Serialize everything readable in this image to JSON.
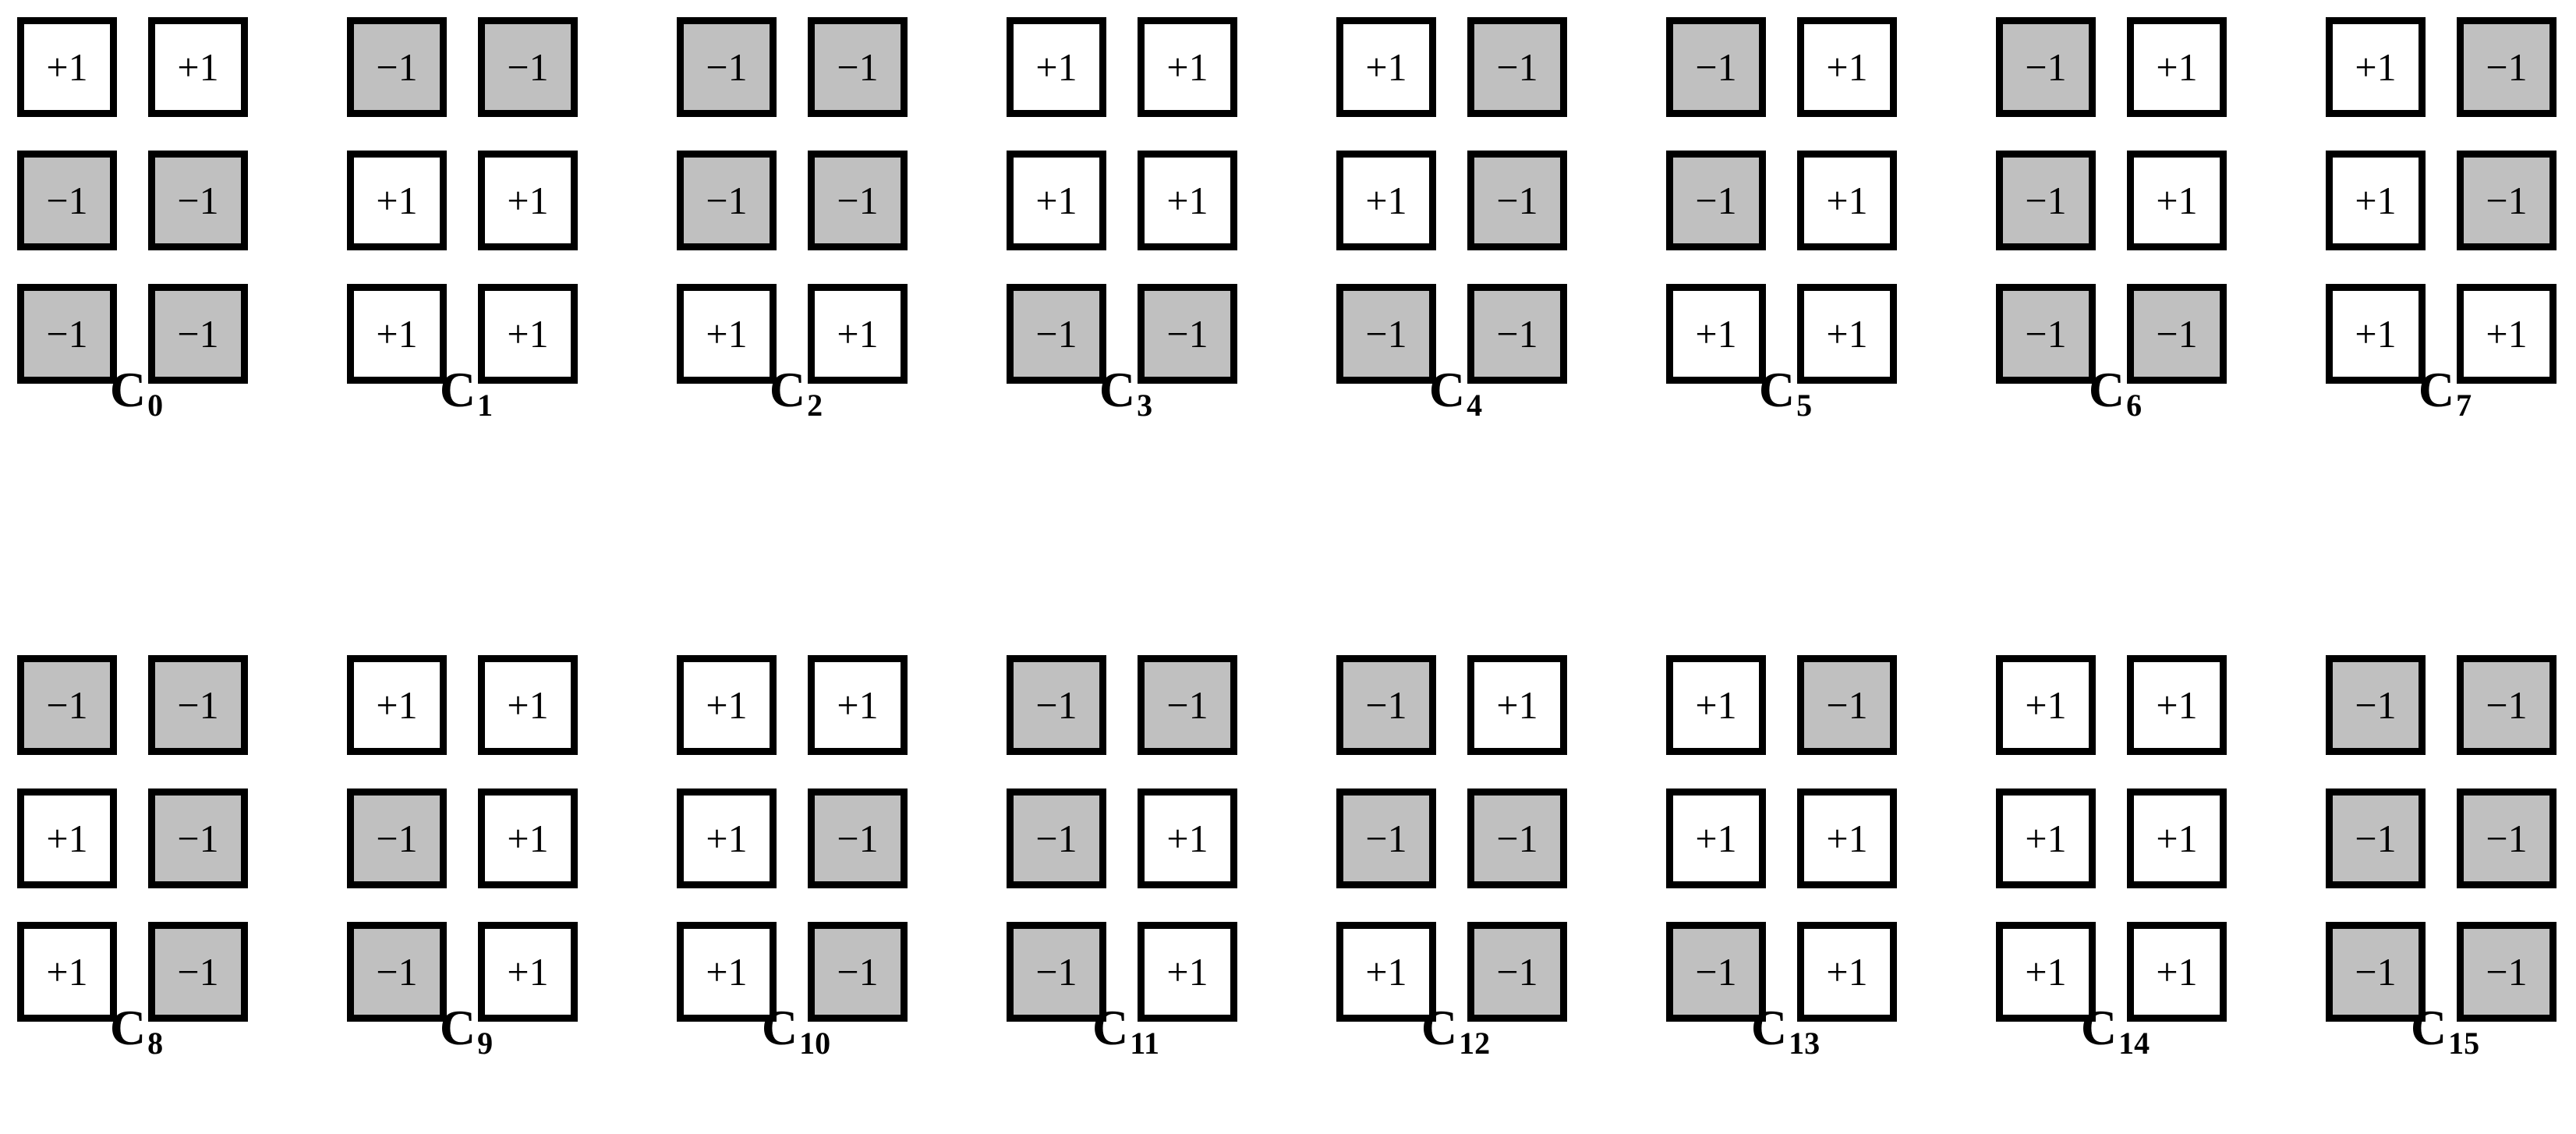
{
  "colors": {
    "negative_fill": "#c0c0c0",
    "positive_fill": "#ffffff",
    "border": "#000000"
  },
  "patterns": [
    {
      "label_letter": "C",
      "label_index": "0",
      "cells": [
        [
          "+1",
          "+1"
        ],
        [
          "−1",
          "−1"
        ],
        [
          "−1",
          "−1"
        ]
      ]
    },
    {
      "label_letter": "C",
      "label_index": "1",
      "cells": [
        [
          "−1",
          "−1"
        ],
        [
          "+1",
          "+1"
        ],
        [
          "+1",
          "+1"
        ]
      ]
    },
    {
      "label_letter": "C",
      "label_index": "2",
      "cells": [
        [
          "−1",
          "−1"
        ],
        [
          "−1",
          "−1"
        ],
        [
          "+1",
          "+1"
        ]
      ]
    },
    {
      "label_letter": "C",
      "label_index": "3",
      "cells": [
        [
          "+1",
          "+1"
        ],
        [
          "+1",
          "+1"
        ],
        [
          "−1",
          "−1"
        ]
      ]
    },
    {
      "label_letter": "C",
      "label_index": "4",
      "cells": [
        [
          "+1",
          "−1"
        ],
        [
          "+1",
          "−1"
        ],
        [
          "−1",
          "−1"
        ]
      ]
    },
    {
      "label_letter": "C",
      "label_index": "5",
      "cells": [
        [
          "−1",
          "+1"
        ],
        [
          "−1",
          "+1"
        ],
        [
          "+1",
          "+1"
        ]
      ]
    },
    {
      "label_letter": "C",
      "label_index": "6",
      "cells": [
        [
          "−1",
          "+1"
        ],
        [
          "−1",
          "+1"
        ],
        [
          "−1",
          "−1"
        ]
      ]
    },
    {
      "label_letter": "C",
      "label_index": "7",
      "cells": [
        [
          "+1",
          "−1"
        ],
        [
          "+1",
          "−1"
        ],
        [
          "+1",
          "+1"
        ]
      ]
    },
    {
      "label_letter": "C",
      "label_index": "8",
      "cells": [
        [
          "−1",
          "−1"
        ],
        [
          "+1",
          "−1"
        ],
        [
          "+1",
          "−1"
        ]
      ]
    },
    {
      "label_letter": "C",
      "label_index": "9",
      "cells": [
        [
          "+1",
          "+1"
        ],
        [
          "−1",
          "+1"
        ],
        [
          "−1",
          "+1"
        ]
      ]
    },
    {
      "label_letter": "C",
      "label_index": "10",
      "cells": [
        [
          "+1",
          "+1"
        ],
        [
          "+1",
          "−1"
        ],
        [
          "+1",
          "−1"
        ]
      ]
    },
    {
      "label_letter": "C",
      "label_index": "11",
      "cells": [
        [
          "−1",
          "−1"
        ],
        [
          "−1",
          "+1"
        ],
        [
          "−1",
          "+1"
        ]
      ]
    },
    {
      "label_letter": "C",
      "label_index": "12",
      "cells": [
        [
          "−1",
          "+1"
        ],
        [
          "−1",
          "−1"
        ],
        [
          "+1",
          "−1"
        ]
      ]
    },
    {
      "label_letter": "C",
      "label_index": "13",
      "cells": [
        [
          "+1",
          "−1"
        ],
        [
          "+1",
          "+1"
        ],
        [
          "−1",
          "+1"
        ]
      ]
    },
    {
      "label_letter": "C",
      "label_index": "14",
      "cells": [
        [
          "+1",
          "+1"
        ],
        [
          "+1",
          "+1"
        ],
        [
          "+1",
          "+1"
        ]
      ]
    },
    {
      "label_letter": "C",
      "label_index": "15",
      "cells": [
        [
          "−1",
          "−1"
        ],
        [
          "−1",
          "−1"
        ],
        [
          "−1",
          "−1"
        ]
      ]
    }
  ]
}
